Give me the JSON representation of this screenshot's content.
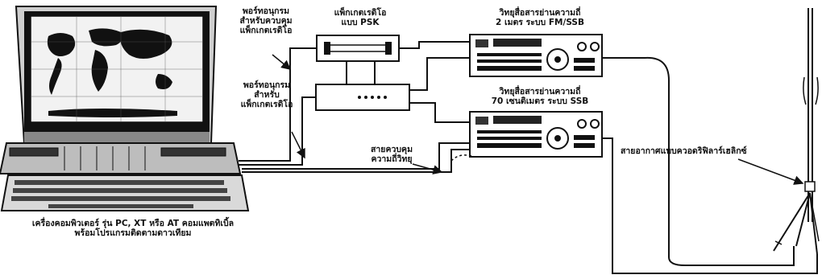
{
  "labels": {
    "software_control_line1": "พอร์ทอนุกรม",
    "software_control_line2": "สำหรับควบคุม",
    "software_control_line3": "แพ็กเกตเรดิโอ",
    "software_packet_line1": "พอร์ทอนุกรม",
    "software_packet_line2": "สำหรับ",
    "software_packet_line3": "แพ็กเกตเรดิโอ",
    "psk_modem_line1": "แพ็กเกตเรดิโอ",
    "psk_modem_line2": "แบบ PSK",
    "radio_2m_line1": "วิทยุสื่อสารย่านความถี่",
    "radio_2m_line2": "2 เมตร  ระบบ FM/SSB",
    "radio_70cm_line1": "วิทยุสื่อสารย่านความถี่",
    "radio_70cm_line2": "70 เซนติเมตร  ระบบ SSB",
    "radio_control_line1": "สายควบคุม",
    "radio_control_line2": "ความถี่วิทยุ",
    "antenna": "สายอากาศแบบควอดริฟิลาร์เฮลิกซ์",
    "computer_line1": "เครื่องคอมพิวเตอร์ รุ่น PC, XT หรือ AT คอมแพตทิเบิ้ล",
    "computer_line2": "พร้อมโปรแกรมติดตามดาวเทียม"
  }
}
